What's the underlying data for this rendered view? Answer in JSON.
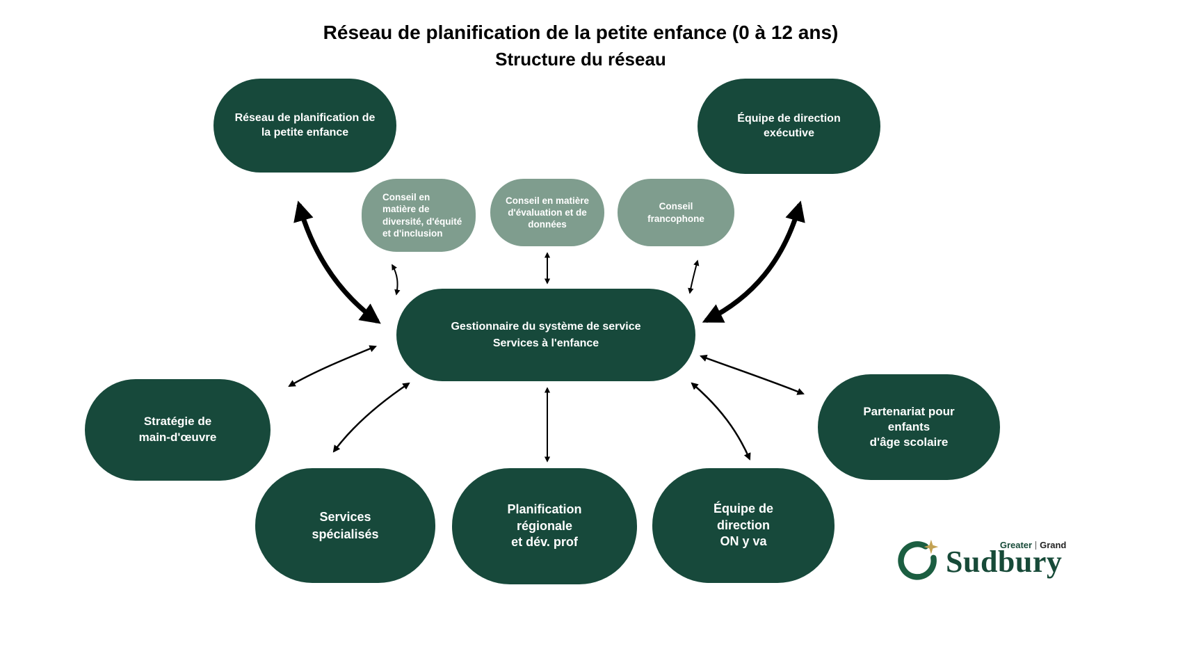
{
  "title": {
    "line1": "Réseau de planification de la petite enfance (0 à 12 ans)",
    "line2": "Structure du réseau"
  },
  "nodes": {
    "reseau": {
      "label": "Réseau de planification de\nla petite enfance"
    },
    "executive": {
      "label": "Équipe de direction\nexécutive"
    },
    "diversite": {
      "label": "Conseil en\nmatière de\ndiversité, d'équité\net d'inclusion"
    },
    "evaluation": {
      "label": "Conseil en matière\nd'évaluation et de\ndonnées"
    },
    "francophone": {
      "label": "Conseil\nfrancophone"
    },
    "gestionnaire": {
      "label": "Gestionnaire du système de service\nServices à l'enfance"
    },
    "strategie": {
      "label": "Stratégie de\nmain-d'œuvre"
    },
    "partenariat": {
      "label": "Partenariat pour\nenfants\nd'âge scolaire"
    },
    "services": {
      "label": "Services\nspécialisés"
    },
    "planification": {
      "label": "Planification\nrégionale\net dév. prof"
    },
    "onyva": {
      "label": "Équipe de\ndirection\nON y va"
    }
  },
  "logo": {
    "name": "Sudbury",
    "tag_left": "Greater",
    "tag_right": "Grand"
  },
  "colors": {
    "dark_green": "#17493B",
    "sage_green": "#7F9D8E",
    "arrow_black": "#000000",
    "logo_green": "#174A38",
    "logo_gold": "#C3A253",
    "text_white": "#FFFFFF"
  }
}
